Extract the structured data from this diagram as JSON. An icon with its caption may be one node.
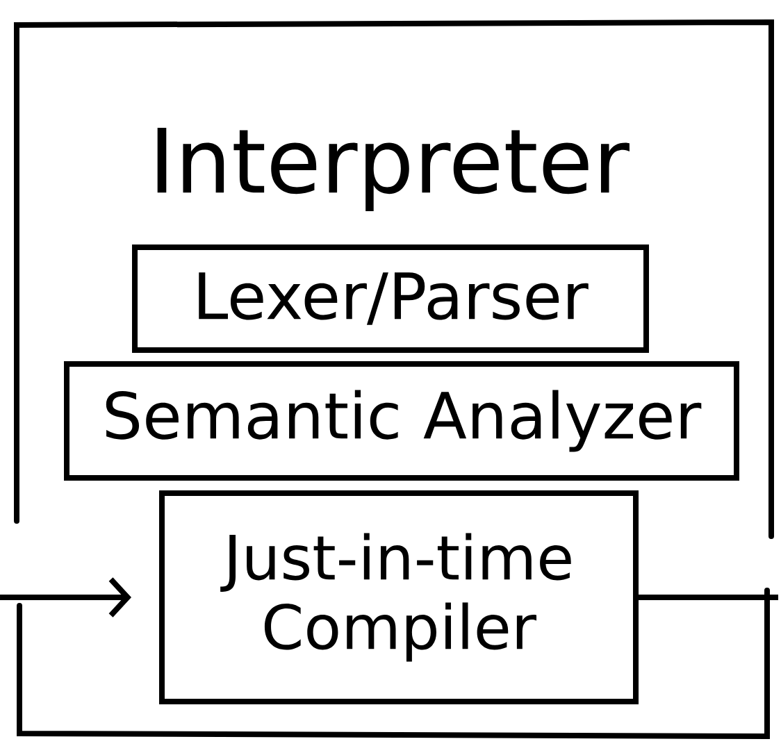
{
  "diagram": {
    "nodes": [
      {
        "text": [
          "Interpreter"
        ]
      },
      {
        "text": [
          "Lexer/Parser"
        ],
        "in": 0
      },
      {
        "text": [
          "Semantic Analyzer"
        ],
        "in": 0
      },
      {
        "text": [
          "Just-in-time Compiler"
        ],
        "in": 0
      }
    ],
    "edges": [
      {
        "from": null,
        "to": 3,
        "arrow": "to"
      },
      {
        "from": 3,
        "to": null,
        "arrow": "none"
      }
    ]
  }
}
